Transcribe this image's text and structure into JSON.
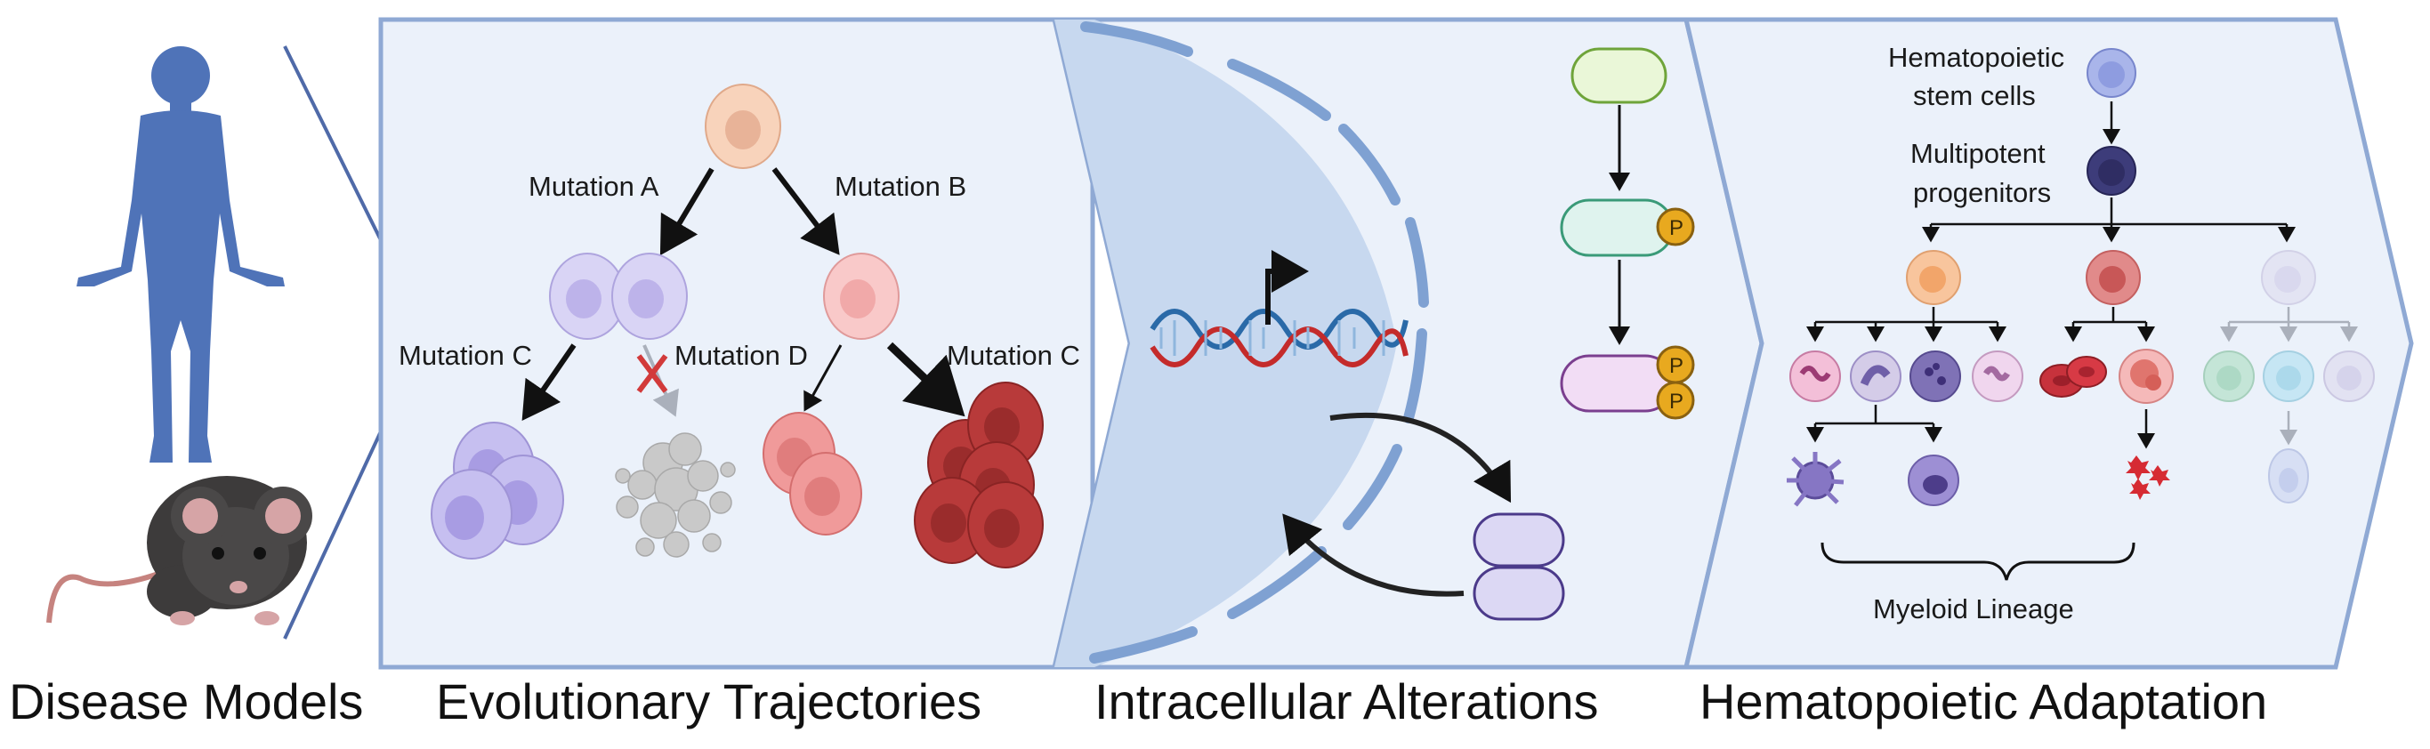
{
  "panels": {
    "disease_models": {
      "title": "Disease Models"
    },
    "evolutionary": {
      "title": "Evolutionary Trajectories",
      "mutation_a": "Mutation A",
      "mutation_b": "Mutation B",
      "mutation_c_left": "Mutation C",
      "mutation_d": "Mutation D",
      "mutation_c_right": "Mutation C"
    },
    "intracellular": {
      "title": "Intracellular Alterations",
      "phospho_label": "P"
    },
    "hematopoietic": {
      "title": "Hematopoietic Adaptation",
      "hsc_line1": "Hematopoietic",
      "hsc_line2": "stem cells",
      "mpp_line1": "Multipotent",
      "mpp_line2": "progenitors",
      "myeloid": "Myeloid Lineage"
    }
  },
  "colors": {
    "panel_fill": "#ebf1fa",
    "panel_stroke": "#8fa9d4",
    "nucleus_fill": "#c7d8ef",
    "membrane": "#7fa1d2",
    "human": "#4f73b8",
    "purple_cell": "#c6bff0",
    "red_cell": "#b83a3a",
    "pink_cell": "#f09a9a",
    "peach_cell": "#f8d3bb"
  }
}
